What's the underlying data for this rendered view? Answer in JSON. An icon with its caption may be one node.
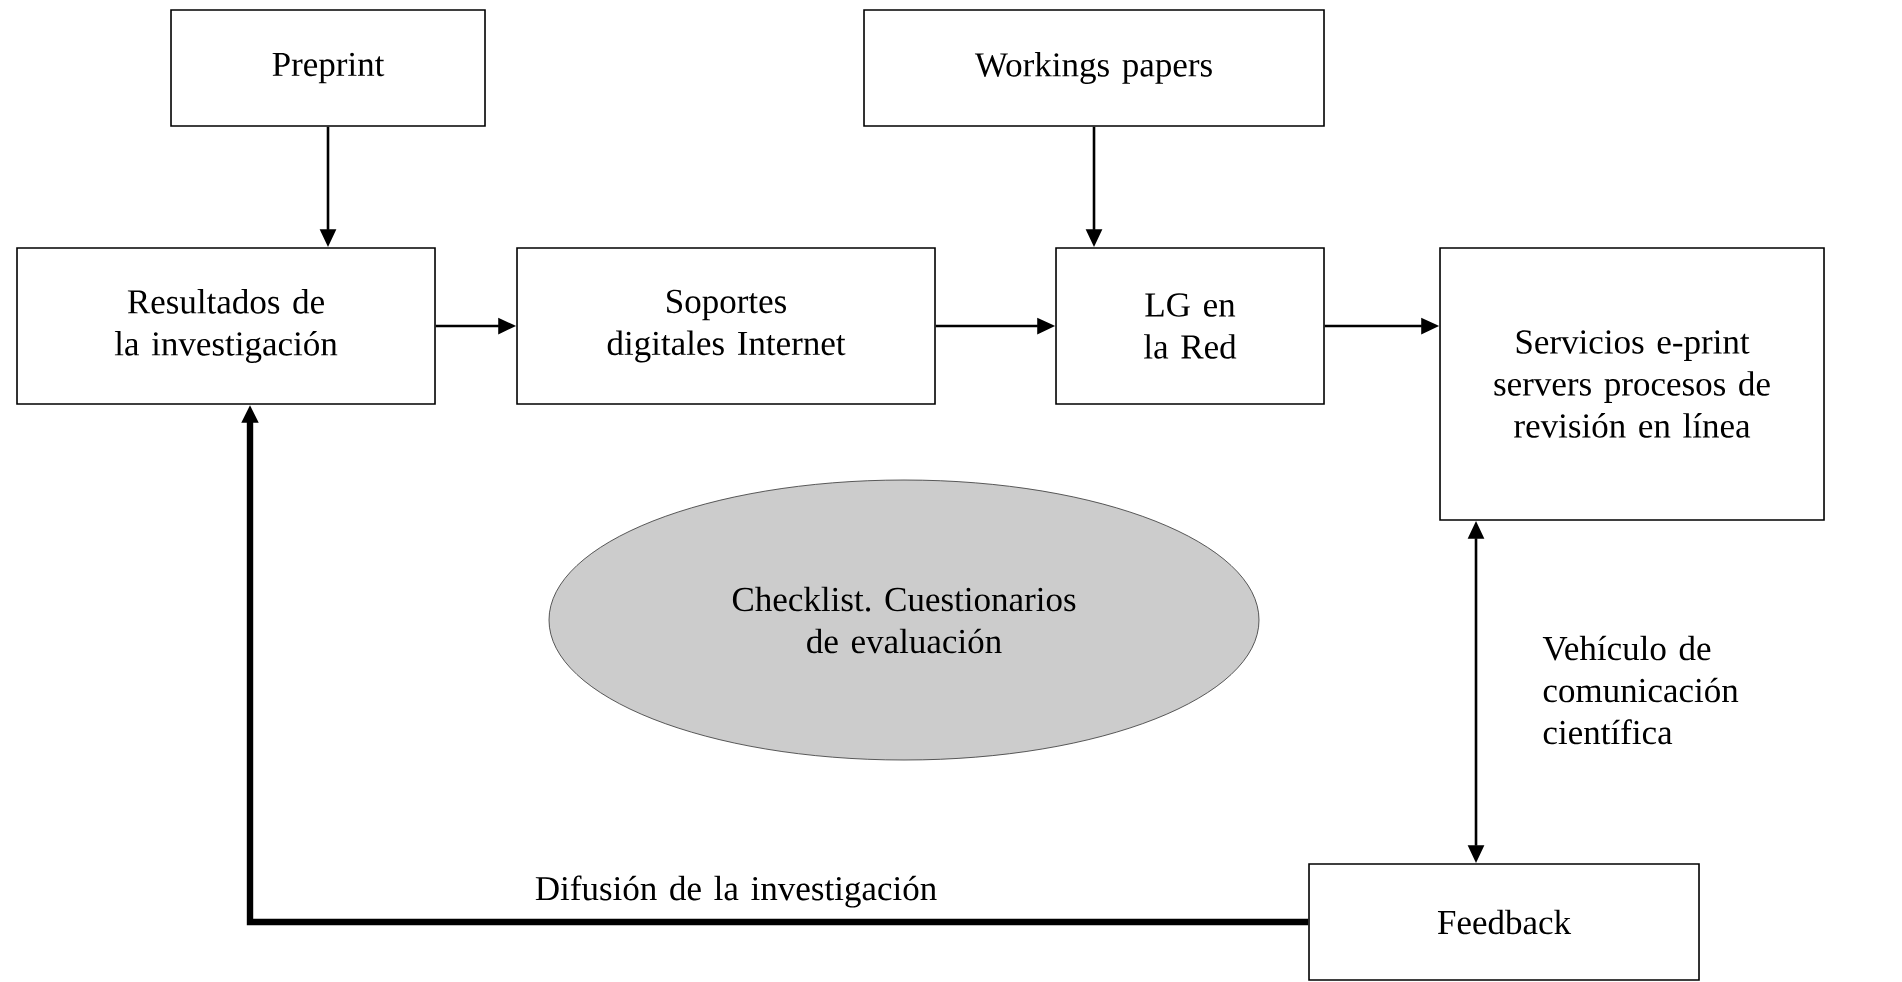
{
  "diagram": {
    "nodes": [
      {
        "text": [
          "Preprint"
        ]
      },
      {
        "text": [
          "Workings papers"
        ]
      },
      {
        "text": [
          "Resultados de la investigación"
        ]
      },
      {
        "text": [
          "Soportes digitales Internet"
        ]
      },
      {
        "text": [
          "LG en la Red"
        ]
      },
      {
        "text": [
          "Servicios e-print servers procesos de revisión en línea"
        ]
      },
      {
        "text": [
          "Checklist. Cuestionarios de evaluación"
        ]
      },
      {
        "text": [
          "Feedback"
        ]
      }
    ],
    "edges": [
      {
        "from": 0,
        "to": 2,
        "arrow": "to"
      },
      {
        "from": 1,
        "to": 4,
        "arrow": "to"
      },
      {
        "from": 2,
        "to": 3,
        "arrow": "to"
      },
      {
        "from": 3,
        "to": 4,
        "arrow": "to"
      },
      {
        "from": 4,
        "to": 5,
        "arrow": "to"
      },
      {
        "from": 5,
        "to": 7,
        "arrow": "both",
        "label": "Vehículo de comunicación científica"
      },
      {
        "from": 7,
        "to": 2,
        "arrow": "to",
        "label": "Difusión de la investigación",
        "style": "thick"
      }
    ]
  }
}
